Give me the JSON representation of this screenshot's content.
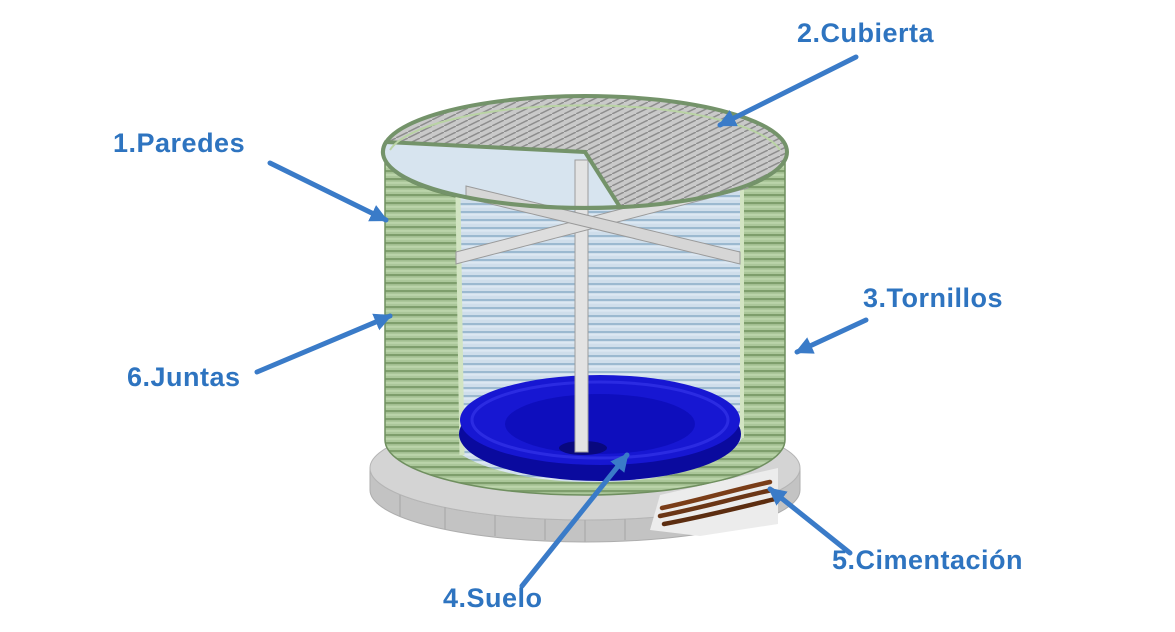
{
  "diagram": {
    "labels": {
      "paredes": "1.Paredes",
      "cubierta": "2.Cubierta",
      "tornillos": "3.Tornillos",
      "suelo": "4.Suelo",
      "cimentacion": "5.Cimentación",
      "juntas": "6.Juntas"
    },
    "colors": {
      "label_blue": "#2e74c0",
      "arrow_blue": "#3a7bc8",
      "wall_green": "#abc79a",
      "interior_blue": "#cfdeeb",
      "water_blue": "#1717d2",
      "foundation_gray": "#c9c9c9",
      "roof_gray": "#c9c9c9",
      "pipes_brown": "#6b3616"
    }
  }
}
